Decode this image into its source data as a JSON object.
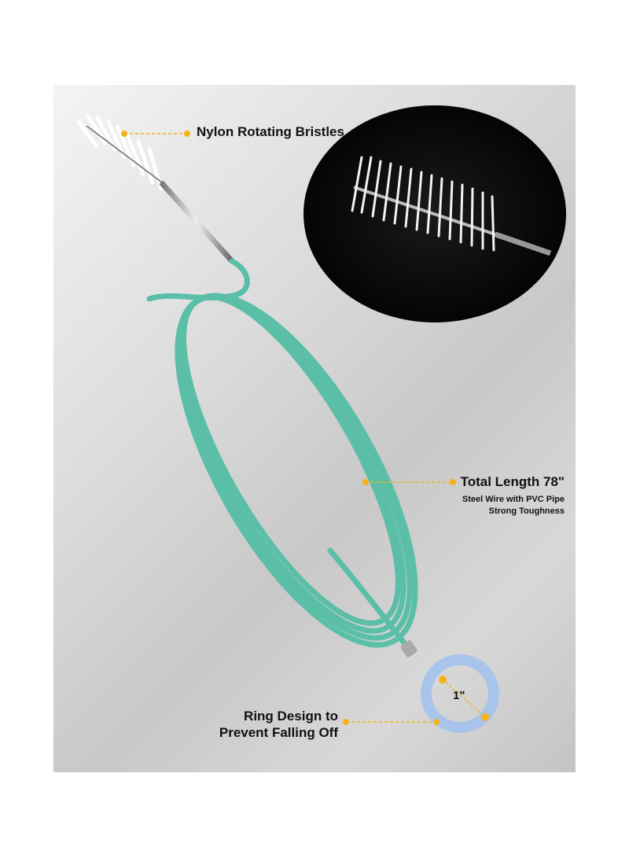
{
  "callouts": {
    "bristles": "Nylon Rotating Bristles",
    "length_title": "Total Length 78\"",
    "length_sub_1": "Steel Wire with PVC Pipe",
    "length_sub_2": "Strong Toughness",
    "ring_line_1": "Ring Design to",
    "ring_line_2": "Prevent Falling Off",
    "ring_size": "1\""
  },
  "colors": {
    "accent": "#f5b21b",
    "tube": "#5bbfa8",
    "ring": "#a9c4ea"
  }
}
